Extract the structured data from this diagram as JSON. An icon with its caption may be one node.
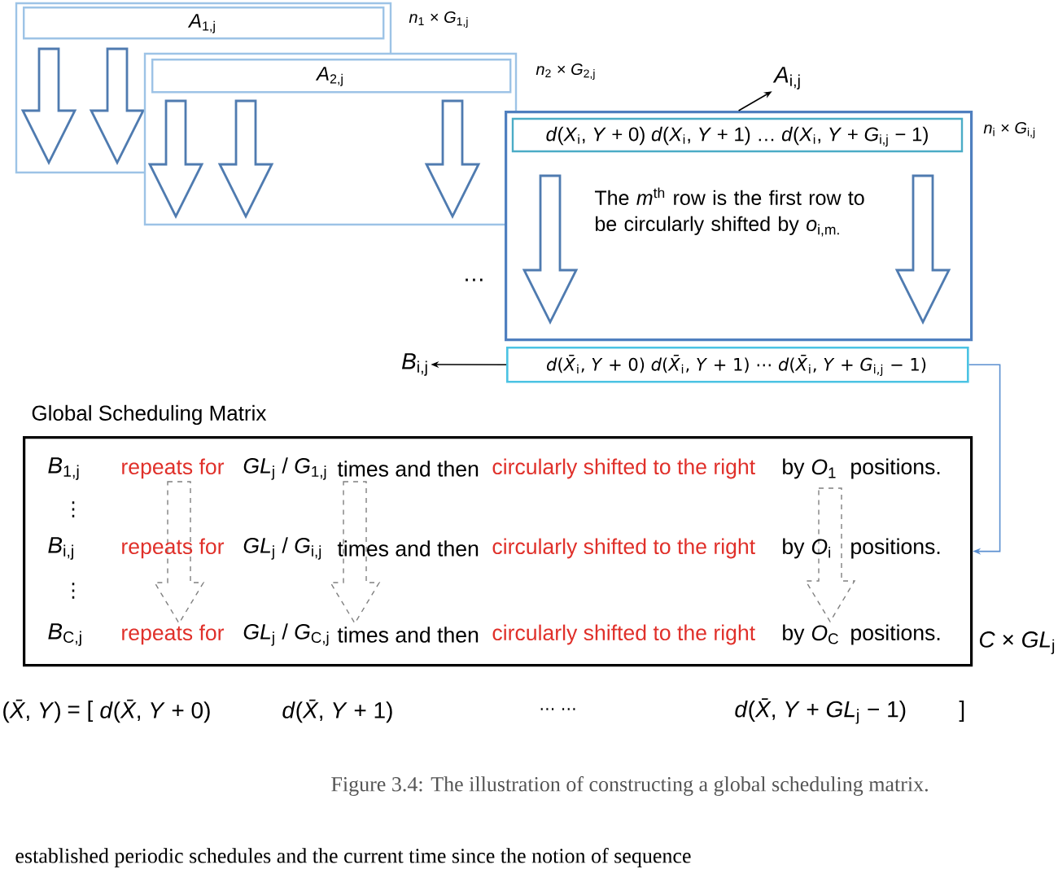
{
  "diagram": {
    "caption": "Figure 3.4: The illustration of constructing a global scheduling matrix.",
    "nodes": [
      {
        "text": [
          "*A*$_{1,j}$"
        ],
        "beside": [
          "*n*$_{1}$ × *G*$_{1,j}$"
        ]
      },
      {
        "text": [
          "*A*$_{2,j}$"
        ],
        "beside": [
          "*n*$_{2}$ × *G*$_{2,j}$"
        ]
      },
      {
        "text": [
          "*d*(*X*$_{i}$, *Y* + 0)  *d*(*X*$_{i}$, *Y* + 1) … *d*(*X*$_{i}$, *Y* + *G*$_{i,j}$ − 1)",
          "The *m*$^{th}$ row is the first row to be circularly shifted by *o*$_{i,m.}$"
        ],
        "beside": [
          "*n*$_{i}$ × *G*$_{i,j}$"
        ]
      },
      {
        "text": [
          "*A*$_{i,j}$"
        ]
      },
      {
        "text": [
          "*d*(*X̄*$_{i}$, *Y* + 0)   *d*(*X̄*$_{i}$, *Y* + 1) ⋯ *d*(*X̄*$_{i}$, *Y* + *G*$_{i,j}$ − 1)"
        ]
      },
      {
        "text": [
          "*B*$_{i,j}$"
        ]
      },
      {
        "text": [
          "Global Scheduling Matrix",
          "*B*$_{1,j}$",
          "repeats for",
          "*GL*$_{j}$ / *G*$_{1,j}$",
          "times and then",
          "circularly shifted to the right",
          "by",
          "*O*$_{1}$",
          "positions.",
          "⋮",
          "*B*$_{i,j}$",
          "repeats for",
          "*GL*$_{j}$ / *G*$_{i,j}$",
          "times and then",
          "circularly shifted to the right",
          "by",
          "*O*$_{i}$",
          "positions.",
          "⋮",
          "*B*$_{C,j}$",
          "repeats for",
          "*GL*$_{j}$ / *G*$_{C,j}$",
          "times and then",
          "circularly shifted to the right",
          "by",
          "*O*$_{C}$",
          "positions."
        ],
        "beside": [
          "*C* × *GL*$_{j}$"
        ]
      }
    ],
    "edges": [
      {
        "from": 2,
        "to": 3,
        "arrow": "to"
      },
      {
        "from": 4,
        "to": 5,
        "arrow": "to"
      },
      {
        "from": 4,
        "to": 6,
        "arrow": "to",
        "color": "#5b8fd0"
      }
    ],
    "labels": [
      "…",
      "(*X̄*, *Y*)",
      "= [",
      "*d*(*X̄*, *Y* + 0)",
      "*d*(*X̄*, *Y* + 1)",
      "⋯ ⋯",
      "*d*(*X̄*, *Y* + *GL*$_{j}$ − 1)",
      "]",
      "established periodic schedules and the current time since the notion of sequence"
    ]
  }
}
